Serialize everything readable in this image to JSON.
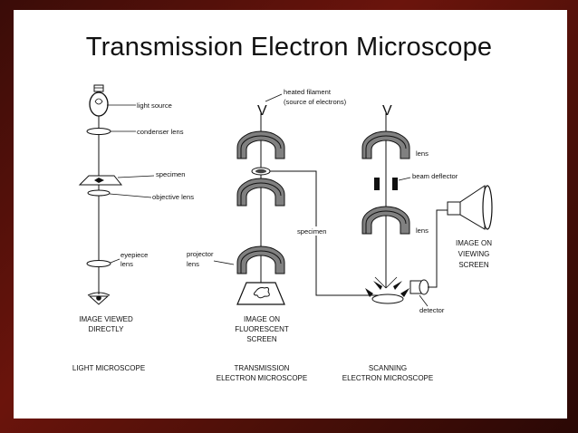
{
  "title": "Transmission Electron Microscope",
  "labels": {
    "light_source": "light source",
    "condenser_lens": "condenser lens",
    "specimen_lm": "specimen",
    "objective_lens": "objective lens",
    "eyepiece_lens_1": "eyepiece",
    "eyepiece_lens_2": "lens",
    "heated_filament_1": "heated filament",
    "heated_filament_2": "(source of electrons)",
    "projector_lens_1": "projector",
    "projector_lens_2": "lens",
    "specimen_sem": "specimen",
    "lens_sem_top": "lens",
    "beam_deflector": "beam deflector",
    "lens_sem_bottom": "lens",
    "detector": "detector",
    "filament_v1": "V",
    "filament_v2": "V"
  },
  "captions": {
    "image_viewed_1": "IMAGE VIEWED",
    "image_viewed_2": "DIRECTLY",
    "image_fluor_1": "IMAGE ON",
    "image_fluor_2": "FLUORESCENT",
    "image_fluor_3": "SCREEN",
    "image_viewing_1": "IMAGE ON",
    "image_viewing_2": "VIEWING",
    "image_viewing_3": "SCREEN",
    "light_microscope": "LIGHT MICROSCOPE",
    "tem_1": "TRANSMISSION",
    "tem_2": "ELECTRON MICROSCOPE",
    "sem_1": "SCANNING",
    "sem_2": "ELECTRON MICROSCOPE"
  },
  "colors": {
    "background": "#5a1209",
    "slide": "#ffffff",
    "magnet_fill": "#808080",
    "ink": "#111111"
  }
}
